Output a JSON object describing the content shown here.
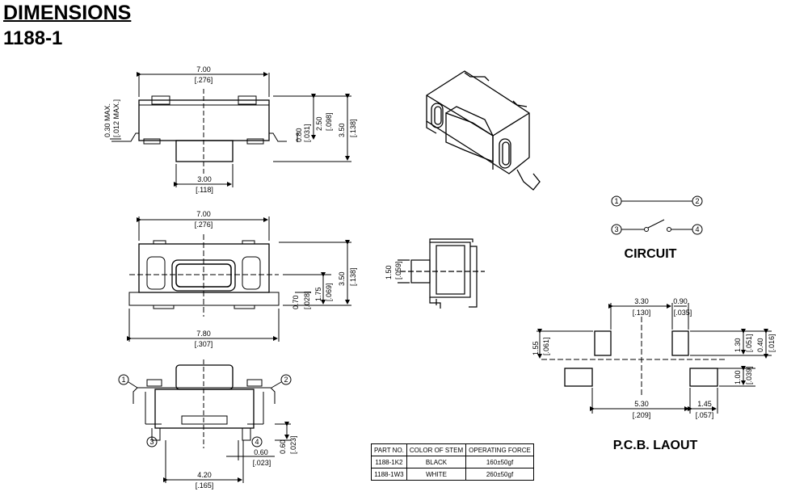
{
  "header": {
    "title": "DIMENSIONS",
    "part_number": "1188-1"
  },
  "dimensions": {
    "top_width_mm": "7.00",
    "top_width_in": "[.276]",
    "stem_width_mm": "3.00",
    "stem_width_in": "[.118]",
    "terminal_max_mm": "0.30 MAX.",
    "terminal_max_in": "[.012 MAX.]",
    "term_h_mm": "0.80",
    "term_h_in": "[.031]",
    "body_h_mm": "2.50",
    "body_h_in": "[.098]",
    "total_h_mm": "3.50",
    "total_h_in": "[.138]",
    "plan_width_mm": "7.00",
    "plan_width_in": "[.276]",
    "overall_width_mm": "7.80",
    "overall_width_in": "[.307]",
    "plan_depth_mm": "3.50",
    "plan_depth_in": "[.138]",
    "half_depth_mm": "1.75",
    "half_depth_in": "[.069]",
    "tab_mm": "0.70",
    "tab_in": "[.028]",
    "side_stem_mm": "1.50",
    "side_stem_in": "[.059]",
    "pitch_mm": "4.20",
    "pitch_in": "[.165]",
    "lead_mm": "0.60",
    "lead_in": "[.023]",
    "lead_h_mm": "0.60",
    "lead_h_in": "[.023]"
  },
  "pins": {
    "p1": "1",
    "p2": "2",
    "p3": "3",
    "p4": "4"
  },
  "circuit": {
    "title": "CIRCUIT",
    "n1": "1",
    "n2": "2",
    "n3": "3",
    "n4": "4"
  },
  "pcb": {
    "title": "P.C.B. LAOUT",
    "w1_mm": "3.30",
    "w1_in": "[.130]",
    "w2_mm": "0.90",
    "w2_in": "[.035]",
    "h1_mm": "1.55",
    "h1_in": "[.061]",
    "h2_mm": "1.30",
    "h2_in": "[.051]",
    "h3_mm": "0.40",
    "h3_in": "[.016]",
    "h4_mm": "1.00",
    "h4_in": "[.039]",
    "w3_mm": "5.30",
    "w3_in": "[.209]",
    "w4_mm": "1.45",
    "w4_in": "[.057]"
  },
  "table": {
    "headers": [
      "PART NO.",
      "COLOR OF STEM",
      "OPERATING FORCE"
    ],
    "rows": [
      [
        "1188-1K2",
        "BLACK",
        "160±50gf"
      ],
      [
        "1188-1W3",
        "WHITE",
        "260±50gf"
      ]
    ]
  }
}
